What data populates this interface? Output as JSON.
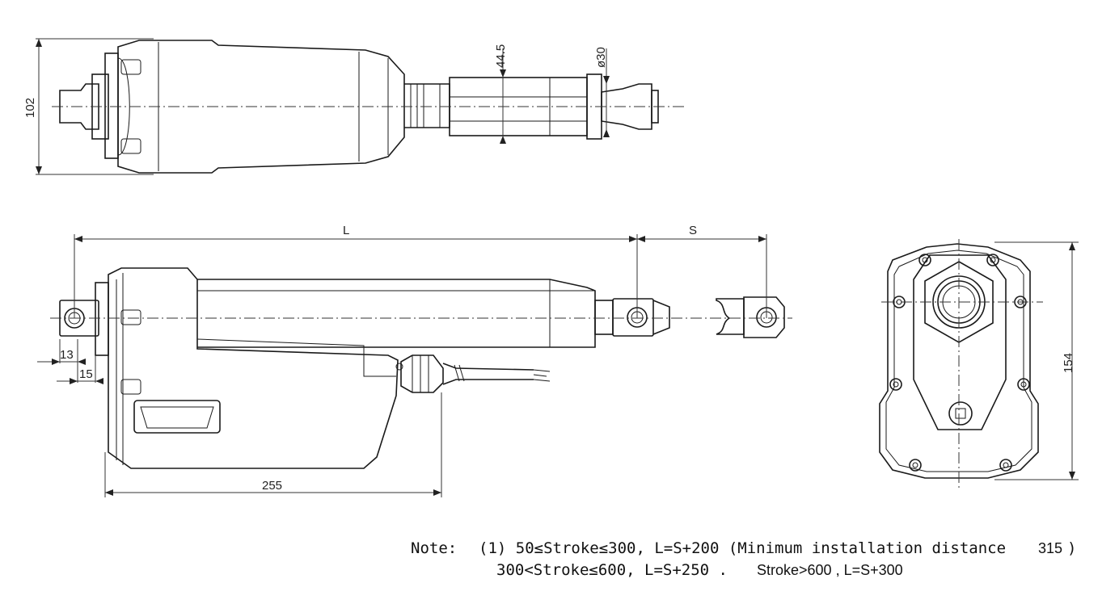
{
  "dimensions": {
    "top_height": "102",
    "tube_height": "44.5",
    "rod_diameter": "ø30",
    "length_L": "L",
    "stroke_S": "S",
    "dim_13": "13",
    "dim_15": "15",
    "dim_255": "255",
    "end_height": "154"
  },
  "note": {
    "prefix": "Note:",
    "line1": "(1) 50≤Stroke≤300, L=S+200 (Minimum installation distance",
    "line1_value": "315",
    "line1_close": ")",
    "line2": "300<Stroke≤600, L=S+250 .",
    "line3": "Stroke>600 , L=S+300"
  },
  "colors": {
    "line": "#1a1a1a",
    "background": "#ffffff"
  }
}
